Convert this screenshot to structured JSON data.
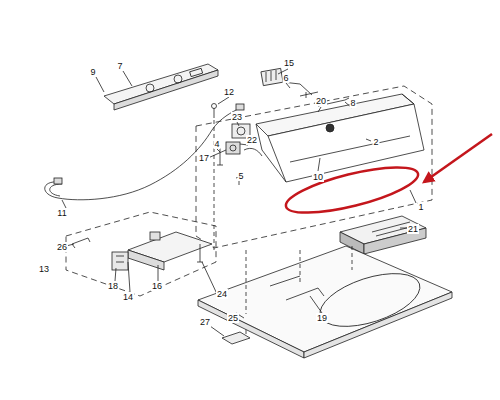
{
  "diagram": {
    "labels": [
      "9",
      "7",
      "15",
      "6",
      "20",
      "8",
      "12",
      "23",
      "4",
      "22",
      "17",
      "2",
      "5",
      "10",
      "1",
      "11",
      "26",
      "13",
      "18",
      "14",
      "16",
      "24",
      "21",
      "25",
      "19",
      "27"
    ]
  }
}
